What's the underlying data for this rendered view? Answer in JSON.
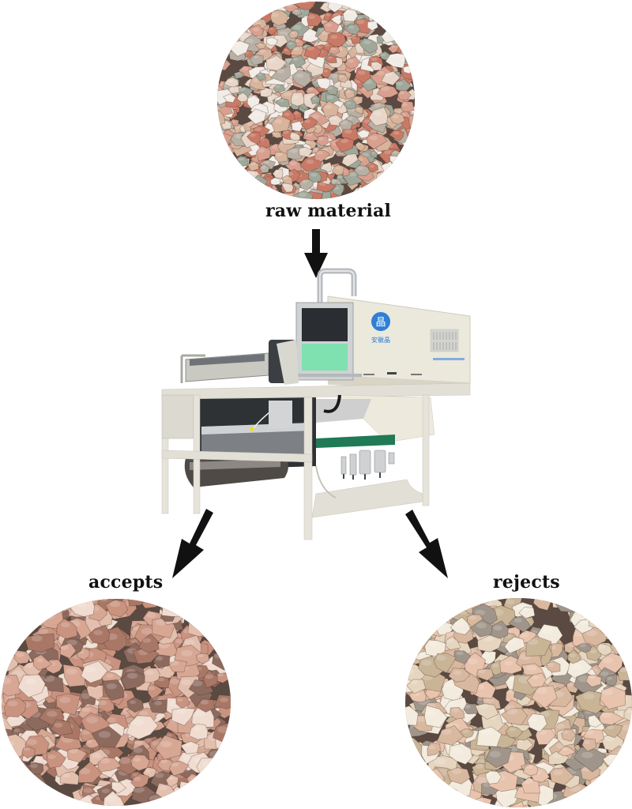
{
  "diagram": {
    "subject": "optical color sorter machine",
    "nodes": [
      {
        "id": "raw",
        "label": "raw material",
        "kind": "stone-sample",
        "palette": [
          "#d9a08f",
          "#e8d6c8",
          "#c97a66",
          "#b8b0a4",
          "#f2ece6",
          "#9fa89a",
          "#d8b49c"
        ]
      },
      {
        "id": "accepts",
        "label": "accepts",
        "kind": "stone-sample",
        "palette": [
          "#c9937f",
          "#e3bfae",
          "#a97766",
          "#d7a794",
          "#f0dcd0",
          "#8d6a5e"
        ]
      },
      {
        "id": "rejects",
        "label": "rejects",
        "kind": "stone-sample",
        "palette": [
          "#e6d6bf",
          "#f3ebdd",
          "#c9b496",
          "#d9b8a0",
          "#9f958a",
          "#e8c3ad"
        ]
      }
    ],
    "edges": [
      {
        "from": "raw",
        "to": "machine",
        "direction": "down"
      },
      {
        "from": "machine",
        "to": "accepts",
        "direction": "down-left"
      },
      {
        "from": "machine",
        "to": "rejects",
        "direction": "down-right"
      }
    ],
    "machine": {
      "brand_logo_glyph": "晶",
      "brand_name": "安徽晶",
      "screen_color": "#7fe0b0",
      "body_color": "#ebe8dc",
      "frame_color": "#e2e0d6",
      "logo_color": "#2f7fd6"
    }
  }
}
